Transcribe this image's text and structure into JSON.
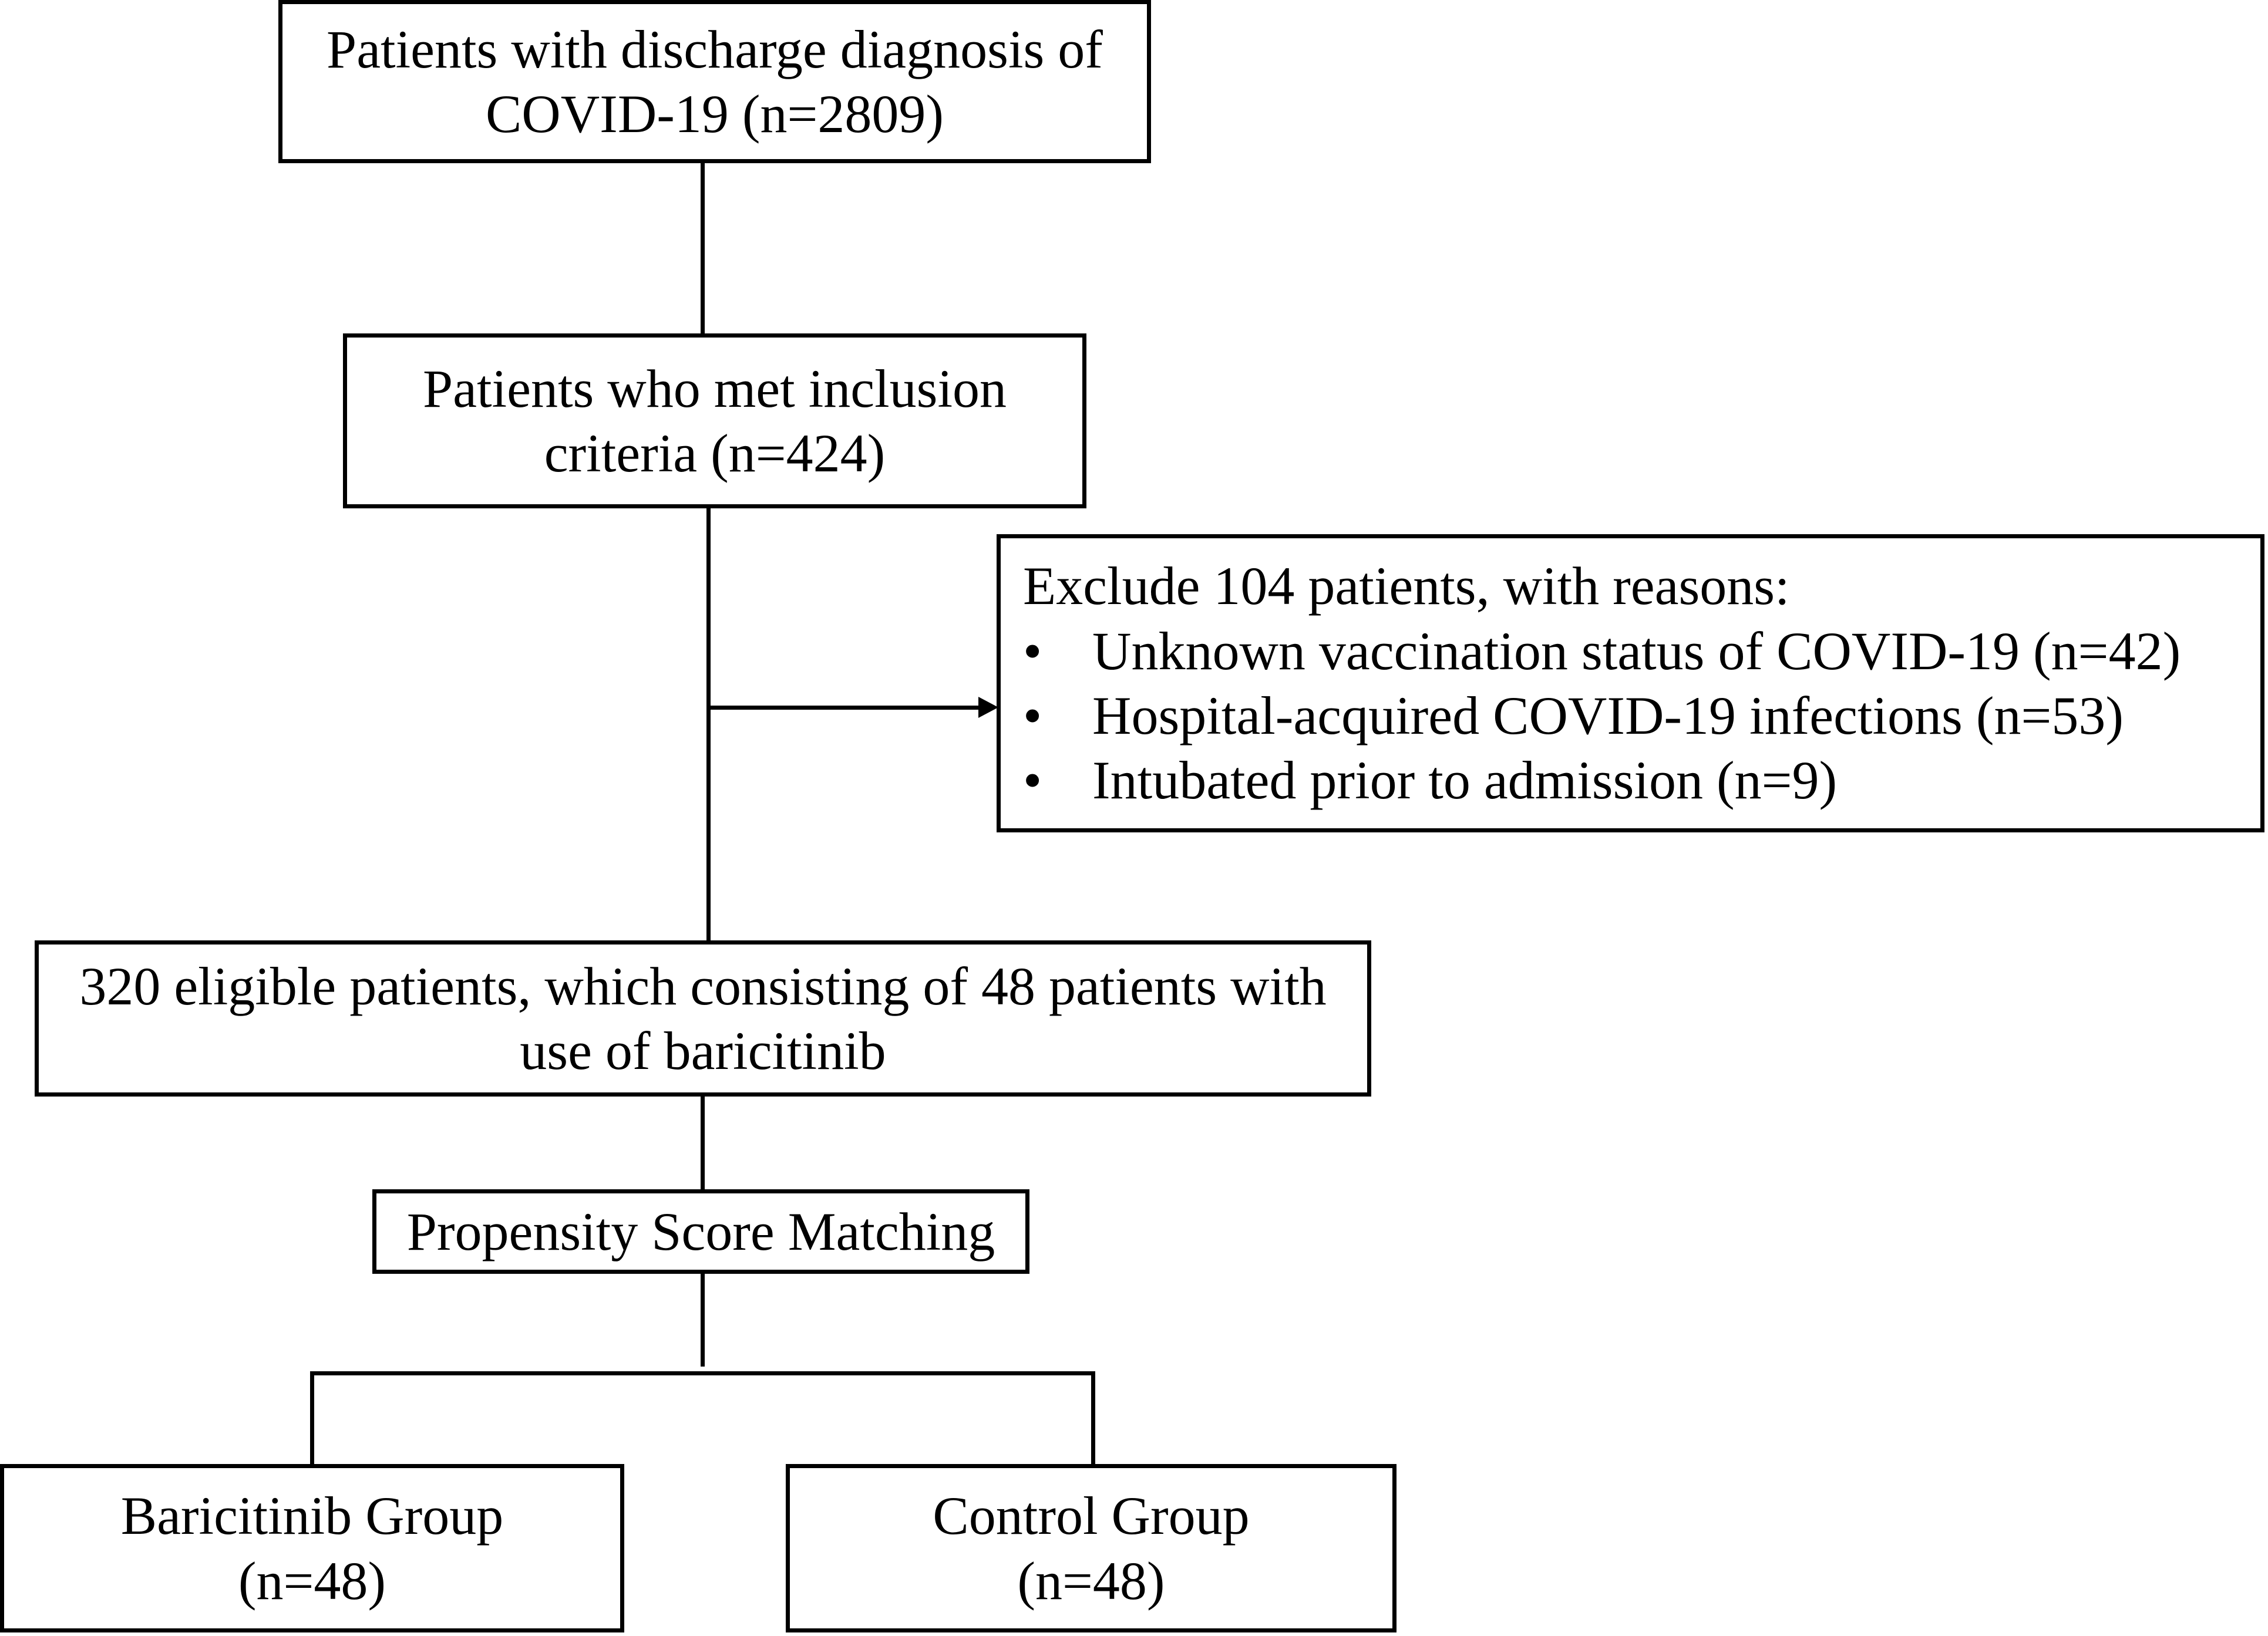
{
  "flowchart": {
    "screened": {
      "line1": "Patients with discharge diagnosis of",
      "line2": "COVID-19 (n=2809)"
    },
    "included": {
      "line1": "Patients who met inclusion",
      "line2": "criteria (n=424)"
    },
    "excluded": {
      "title": "Exclude 104 patients, with reasons:",
      "bullet": "•",
      "reasons": [
        "Unknown vaccination status of COVID-19 (n=42)",
        "Hospital-acquired COVID-19 infections (n=53)",
        "Intubated prior to admission (n=9)"
      ]
    },
    "eligible": {
      "line1": "320 eligible patients, which consisting of 48 patients with",
      "line2": "use of baricitinib"
    },
    "matching": {
      "label": "Propensity Score Matching"
    },
    "baricitinib_group": {
      "line1": "Baricitinib Group",
      "line2": "(n=48)"
    },
    "control_group": {
      "line1": "Control Group",
      "line2": "(n=48)"
    }
  }
}
